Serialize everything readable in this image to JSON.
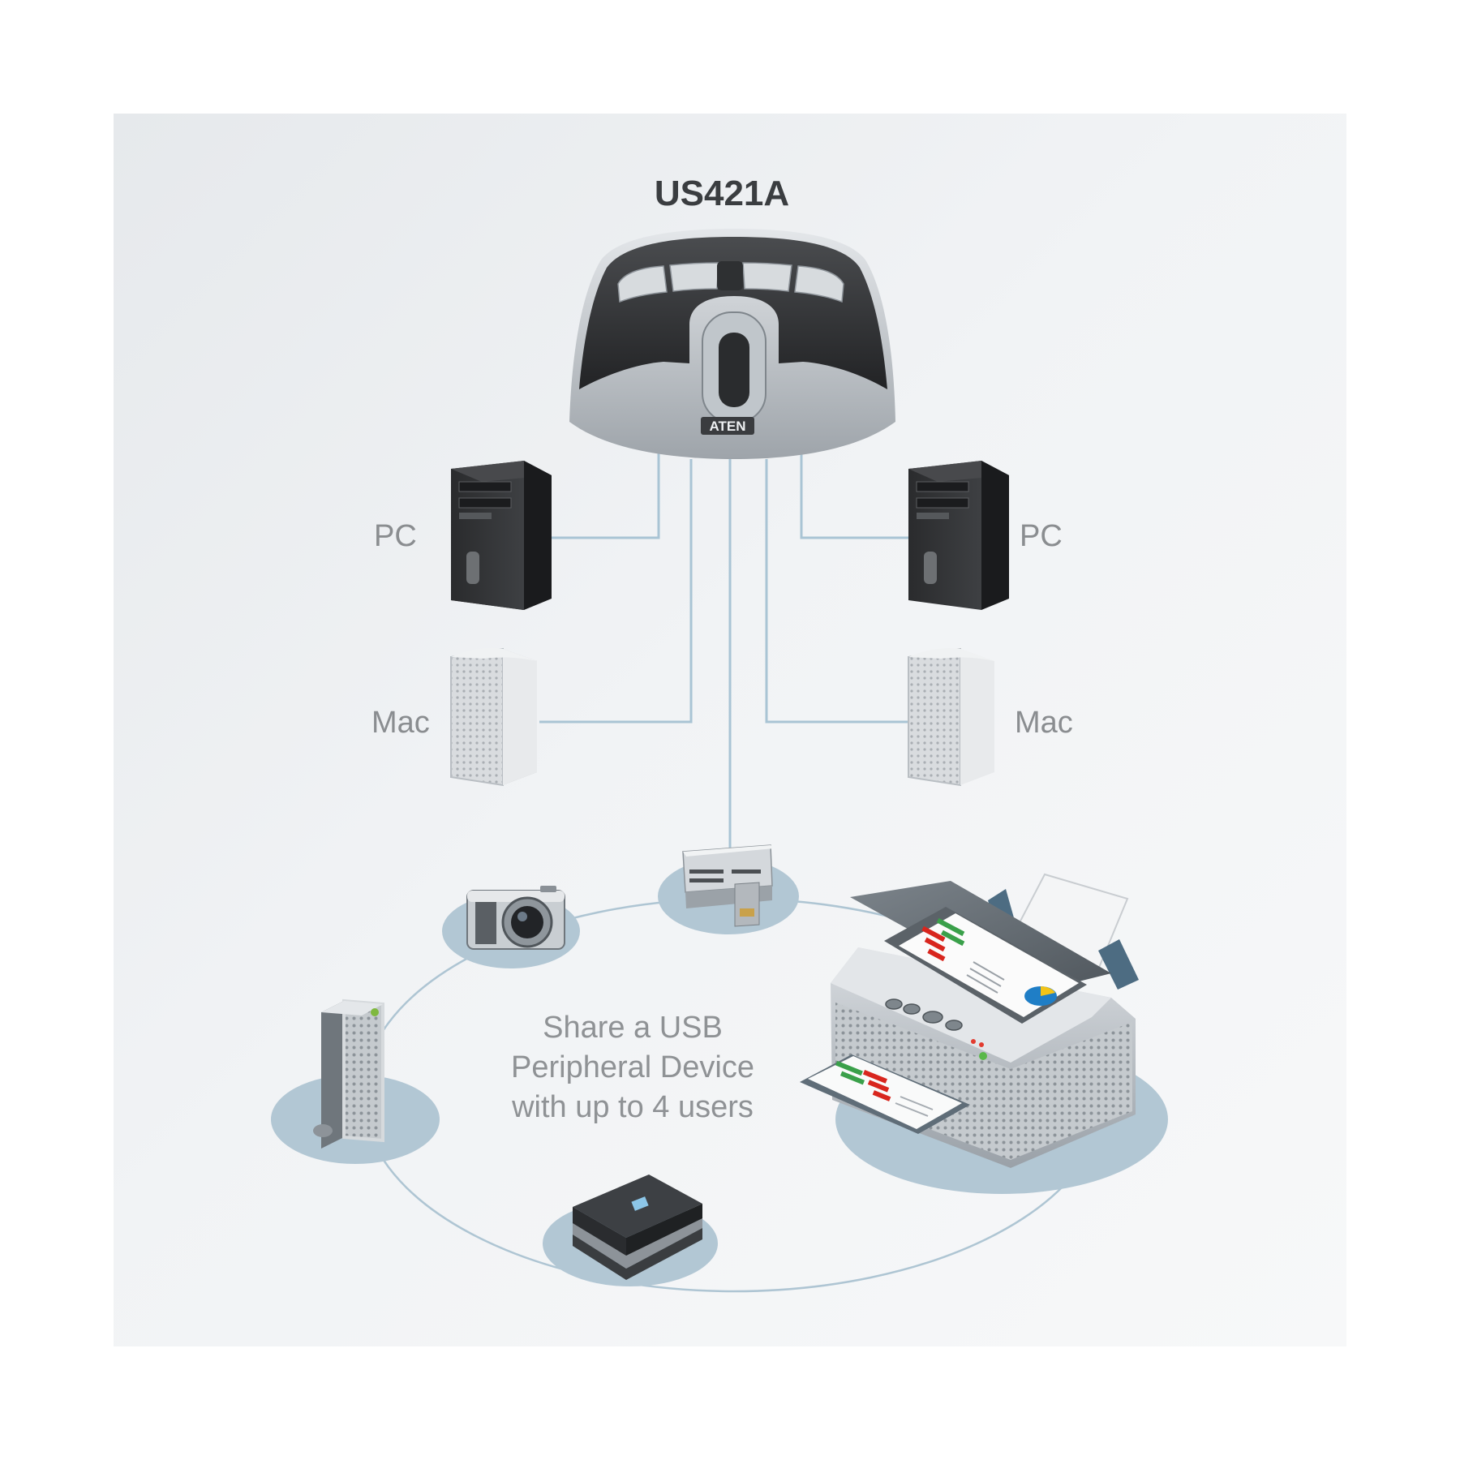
{
  "product_name": "US421A",
  "computers": {
    "left_pc_label": "PC",
    "right_pc_label": "PC",
    "left_mac_label": "Mac",
    "right_mac_label": "Mac"
  },
  "caption_lines": [
    "Share a USB",
    "Peripheral Device",
    "with up to 4 users"
  ],
  "device_logo_text": "ATEN",
  "colors": {
    "background_panel": "#eef1f3",
    "connection_line": "#a9c4d4",
    "device_base": "#c6cbd0",
    "device_top": "#2f3133",
    "label_text": "#8a8d90",
    "title_text": "#3a3d40",
    "peripheral_pad": "#b2c7d4"
  },
  "peripherals": [
    "card-reader",
    "digital-camera",
    "external-hard-drive",
    "flatbed-scanner",
    "multifunction-printer"
  ]
}
